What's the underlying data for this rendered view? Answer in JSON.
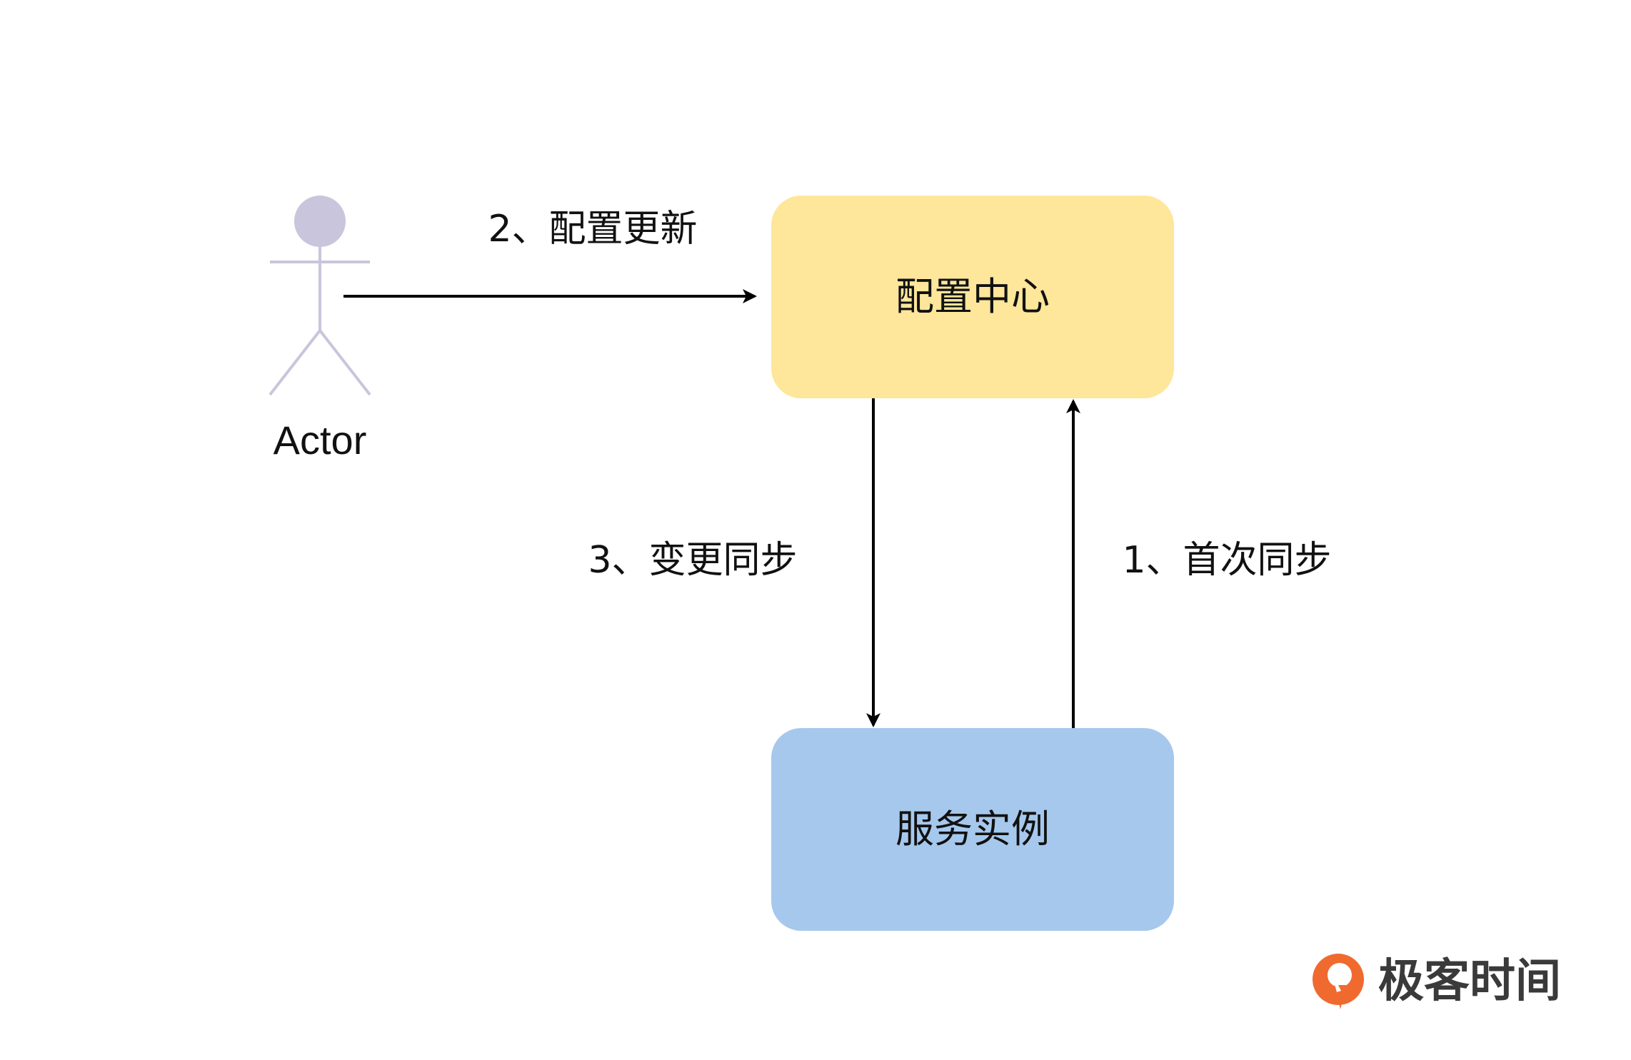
{
  "actor": {
    "label": "Actor",
    "color": "#c8c5dc"
  },
  "nodes": {
    "config_center": {
      "label": "配置中心",
      "fill": "#fee69a"
    },
    "service_instance": {
      "label": "服务实例",
      "fill": "#a6c8ed"
    }
  },
  "edges": {
    "config_update": {
      "label": "2、配置更新",
      "from": "actor",
      "to": "config_center"
    },
    "change_sync": {
      "label": "3、变更同步",
      "from": "config_center",
      "to": "service_instance"
    },
    "first_sync": {
      "label": "1、首次同步",
      "from": "service_instance",
      "to": "config_center"
    }
  },
  "logo": {
    "text": "极客时间",
    "color": "#f06a30",
    "icon": "geektime-logo-icon"
  }
}
